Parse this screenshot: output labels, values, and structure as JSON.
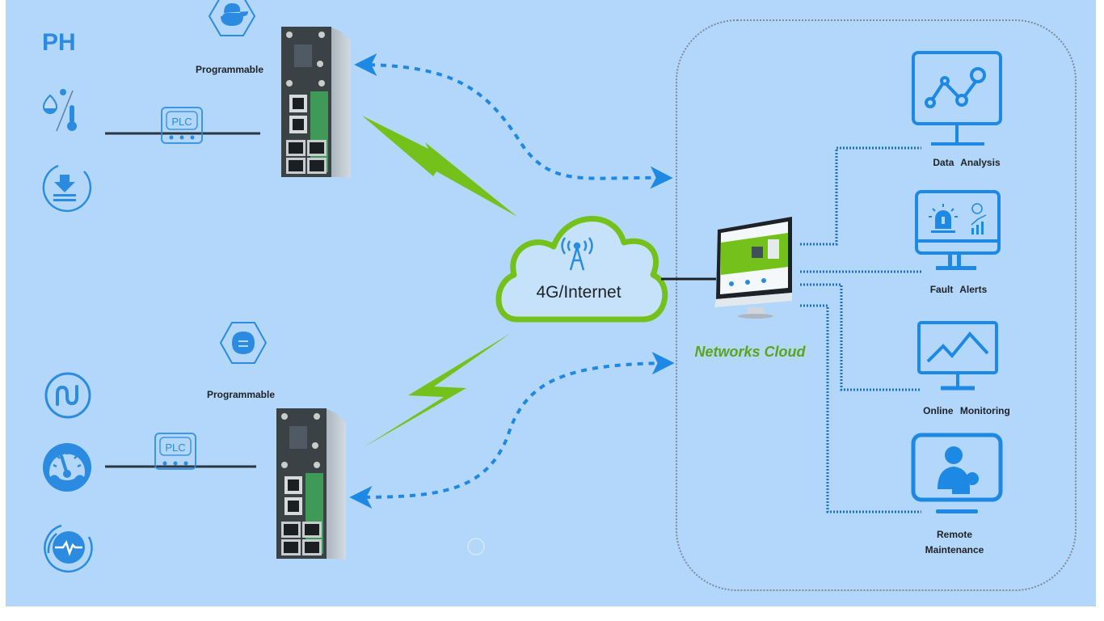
{
  "diagram": {
    "title": "Industrial Router IoT Network",
    "colors": {
      "background": "#b3d6fb",
      "accent_blue": "#1e88e5",
      "accent_green": "#74c11b",
      "text_dark": "#1e2226",
      "cloud_label_green": "#5aa51a",
      "border_gray": "#7d8a99"
    },
    "sensors_top": [
      {
        "icon": "ph-icon",
        "label": "PH"
      },
      {
        "icon": "humidity-temperature-icon",
        "label": ""
      },
      {
        "icon": "water-level-icon",
        "label": ""
      }
    ],
    "sensors_bottom": [
      {
        "icon": "wave-sensor-icon",
        "label": ""
      },
      {
        "icon": "pressure-gauge-icon",
        "label": ""
      },
      {
        "icon": "pulse-meter-icon",
        "label": ""
      }
    ],
    "plc_label": "PLC",
    "routers": [
      {
        "label": "Programmable",
        "icon": "python-icon"
      },
      {
        "label": "Programmable",
        "icon": "python-icon"
      }
    ],
    "cloud": {
      "label": "4G/Internet",
      "icon": "cell-tower-icon"
    },
    "network_cloud_label": "Networks Cloud",
    "services": [
      {
        "label": "Data Analysis",
        "icon": "data-analysis-icon"
      },
      {
        "label": "Fault Alerts",
        "icon": "fault-alert-icon"
      },
      {
        "label": "Online Monitoring",
        "icon": "online-monitoring-icon"
      },
      {
        "label_line1": "Remote",
        "label_line2": "Maintenance",
        "icon": "remote-maintenance-icon"
      }
    ]
  }
}
